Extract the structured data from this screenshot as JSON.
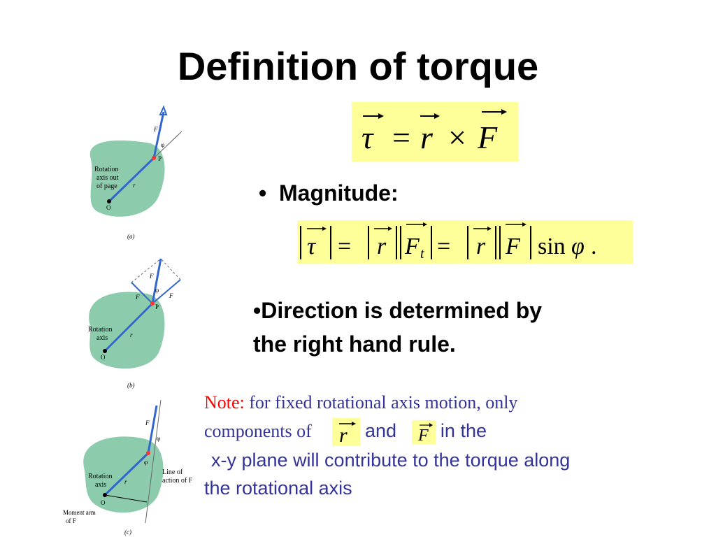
{
  "slide": {
    "title": "Definition of torque",
    "magnitude_label": "Magnitude:",
    "direction_text_1": "Direction is determined by",
    "direction_text_2": "the right hand rule.",
    "note": {
      "prefix": "Note:",
      "text1": "for fixed rotational axis motion, only",
      "text2": "components of",
      "and": "and",
      "in_the": "in the",
      "line3": "x-y plane will contribute to the torque along",
      "line4": "the rotational axis"
    }
  },
  "figures": {
    "a": {
      "label": "Rotation axis out of page",
      "caption": "(a)"
    },
    "b": {
      "label": "Rotation axis",
      "caption": "(b)"
    },
    "c": {
      "label": "Rotation axis",
      "line_of_action": "Line of action of",
      "moment_arm": "Moment arm of",
      "caption": "(c)"
    }
  },
  "colors": {
    "highlight": "#ffff99",
    "note_text": "#333399",
    "note_prefix": "#ff0000",
    "disk": "#8ccbac",
    "vector": "#3366cc"
  }
}
